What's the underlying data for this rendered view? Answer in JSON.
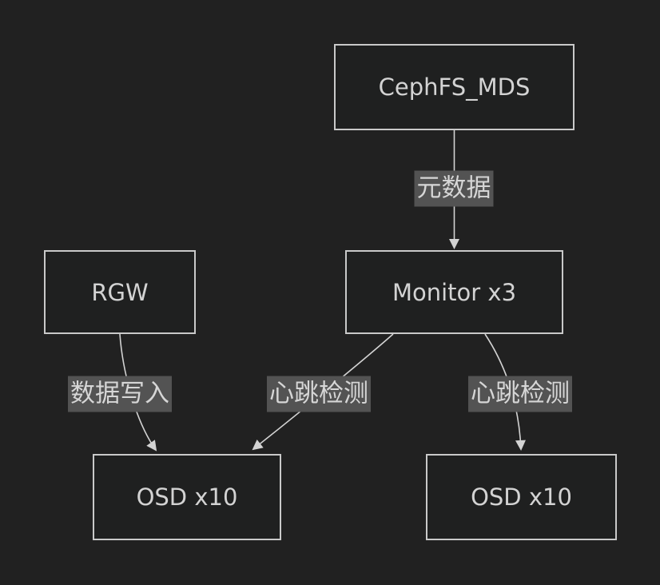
{
  "diagram": {
    "type": "flowchart",
    "direction": "top-down",
    "nodes": [
      {
        "id": "cephfs_mds",
        "label": "CephFS_MDS"
      },
      {
        "id": "rgw",
        "label": "RGW"
      },
      {
        "id": "monitor",
        "label": "Monitor x3"
      },
      {
        "id": "osd_left",
        "label": "OSD x10"
      },
      {
        "id": "osd_right",
        "label": "OSD x10"
      }
    ],
    "edges": [
      {
        "from": "cephfs_mds",
        "to": "monitor",
        "label": "元数据"
      },
      {
        "from": "rgw",
        "to": "osd_left",
        "label": "数据写入"
      },
      {
        "from": "monitor",
        "to": "osd_left",
        "label": "心跳检测"
      },
      {
        "from": "monitor",
        "to": "osd_right",
        "label": "心跳检测"
      }
    ],
    "colors": {
      "background": "#212121",
      "node_fill": "#1f2020",
      "node_border": "#c9c9c9",
      "text": "#d3d3d3",
      "edge_line": "#d3d3d3",
      "edge_label_background": "#535353"
    }
  }
}
